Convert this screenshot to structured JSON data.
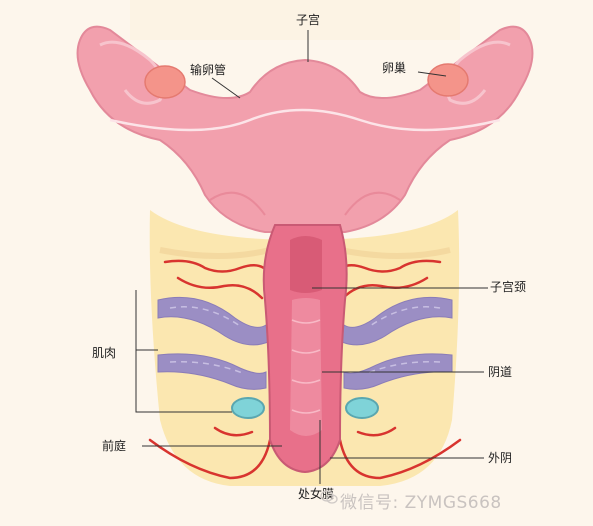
{
  "labels": {
    "uterus": "子宫",
    "fallopian_tube": "输卵管",
    "ovary": "卵巢",
    "cervix": "子宫颈",
    "muscle": "肌肉",
    "vagina": "阴道",
    "vestibule": "前庭",
    "vulva": "外阴",
    "hymen": "处女膜"
  },
  "watermark": {
    "text": "微信号: ZYMGS668"
  },
  "colors": {
    "background": "#fdf6ec",
    "uterus": "#f2a0ad",
    "uterus_shadow": "#e98a9a",
    "tissue": "#fbe7b0",
    "muscle": "#9b8ec4",
    "vessel": "#d8342f",
    "vagina": "#e8708a",
    "gland": "#7fd3d8",
    "leader_line": "#333333"
  }
}
